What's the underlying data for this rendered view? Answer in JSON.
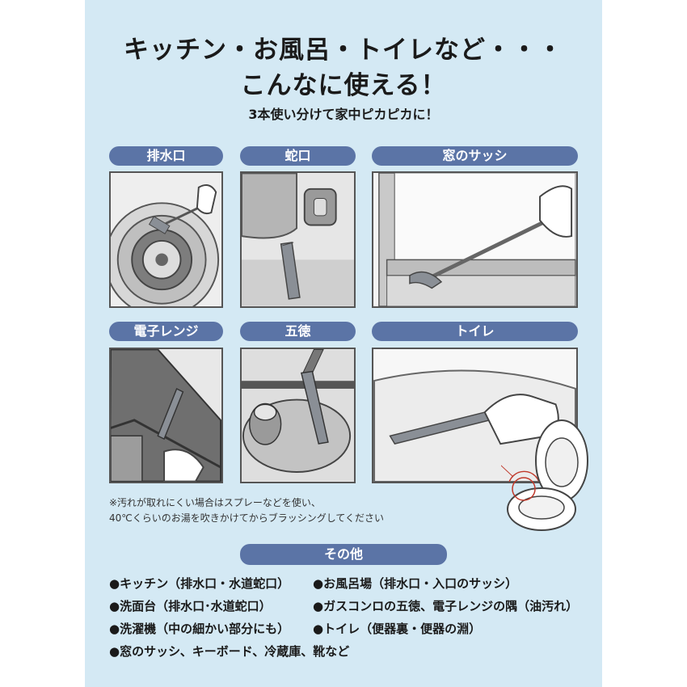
{
  "headline": {
    "line1": "キッチン・お風呂・トイレなど・・・",
    "line2": "こんなに使える！"
  },
  "subtitle": "3本使い分けて家中ピカピカに！",
  "categories": [
    {
      "label": "排水口"
    },
    {
      "label": "蛇口"
    },
    {
      "label": "窓のサッシ"
    },
    {
      "label": "電子レンジ"
    },
    {
      "label": "五徳"
    },
    {
      "label": "トイレ"
    }
  ],
  "note": {
    "line1": "※汚れが取れにくい場合はスプレーなどを使い、",
    "line2": "40℃くらいのお湯を吹きかけてからブラッシングしてください"
  },
  "other": {
    "label": "その他",
    "items": [
      "●キッチン（排水口・水道蛇口）",
      "●お風呂場（排水口・入口のサッシ）",
      "●洗面台（排水口･水道蛇口）",
      "●ガスコンロの五徳、電子レンジの隅（油汚れ）",
      "●洗濯機（中の細かい部分にも）",
      "●トイレ（便器裏・便器の淵）",
      "●窓のサッシ、キーボード、冷蔵庫、靴など"
    ]
  },
  "colors": {
    "panel": "#d4e9f4",
    "pill": "#5b74a6",
    "brush": "#8a8f96"
  }
}
